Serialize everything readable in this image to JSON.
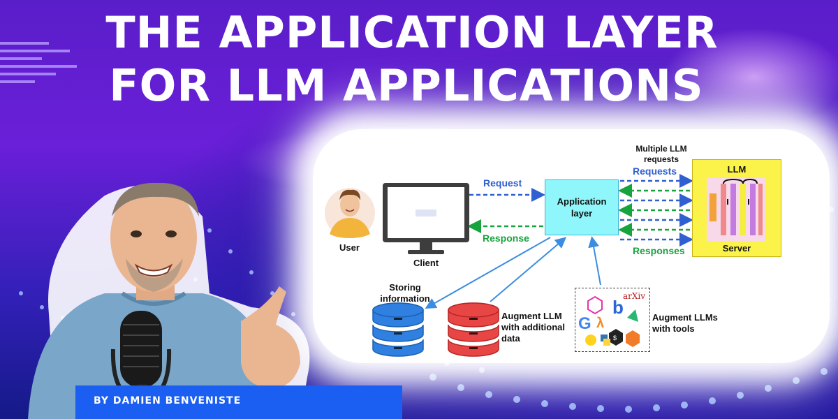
{
  "title": {
    "line1": "THE APPLICATION LAYER",
    "line2": "FOR LLM APPLICATIONS"
  },
  "byline": "BY DAMIEN BENVENISTE",
  "diagram": {
    "user_label": "User",
    "client_label": "Client",
    "request_label": "Request",
    "response_label": "Response",
    "application_layer_label": "Application layer",
    "multiple_requests_label": "Multiple LLM requests",
    "requests_label": "Requests",
    "responses_label": "Responses",
    "llm_label": "LLM",
    "server_label": "Server",
    "storing_label": "Storing information",
    "augment_data_label": "Augment LLM with additional data",
    "augment_tools_label": "Augment LLMs with tools",
    "arxiv_label": "arXiv"
  },
  "colors": {
    "request_arrow": "#2f5fd0",
    "response_arrow": "#17a33e",
    "app_layer_fill": "#8ff7fb",
    "llm_fill": "#fbf24a",
    "storage_db": "#2f80e0",
    "augment_db": "#e84545",
    "byline_bg": "#1a5ff2"
  },
  "icons": {
    "user": "smiling-person-avatar-icon",
    "client": "desktop-monitor-icon",
    "storage": "blue-database-icon",
    "augment_data": "red-database-icon",
    "tools": "tool-logos-collage-icon",
    "llm": "transformer-architecture-icon"
  }
}
